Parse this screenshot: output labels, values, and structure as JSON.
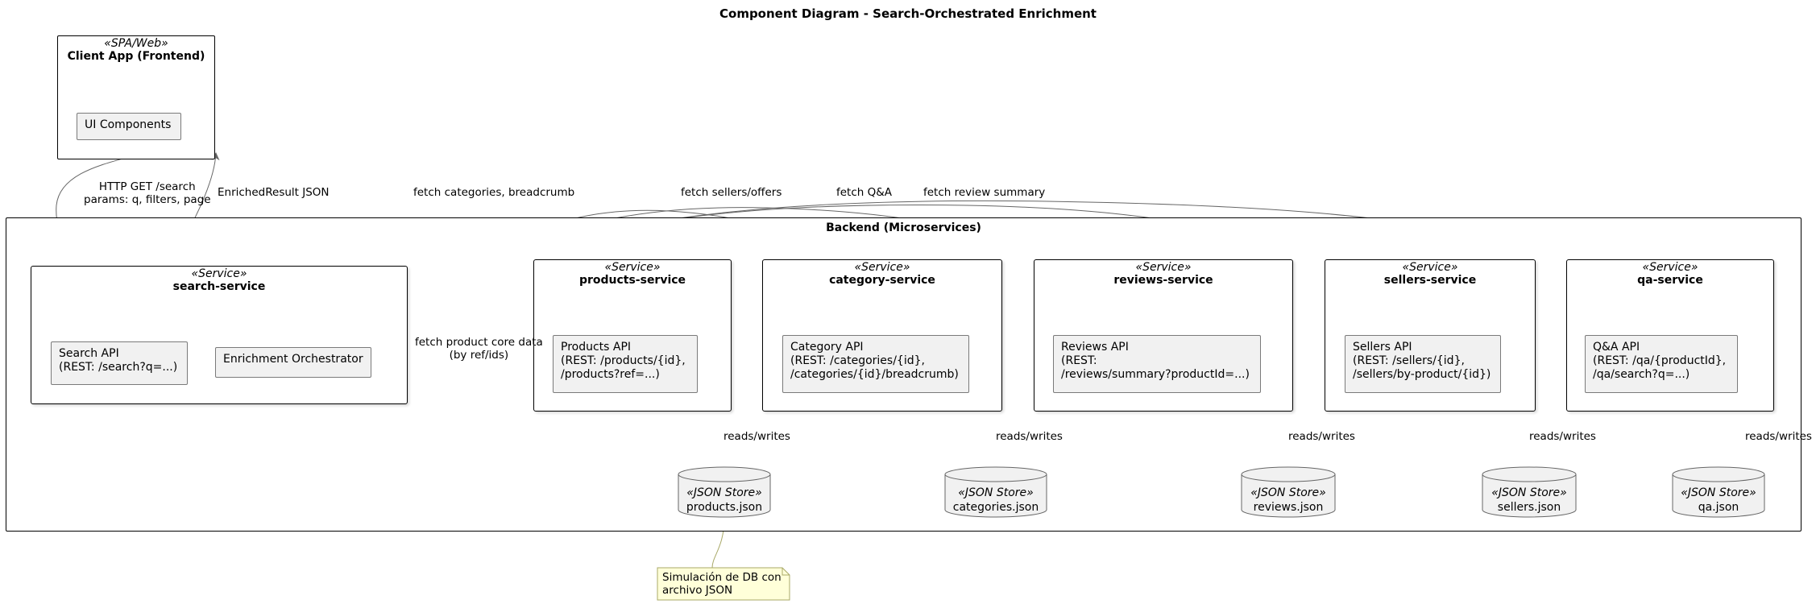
{
  "diagram": {
    "title": "Component Diagram - Search-Orchestrated Enrichment",
    "client": {
      "stereotype": "«SPA/Web»",
      "name": "Client App (Frontend)",
      "ui_components": "UI Components"
    },
    "backend": {
      "name": "Backend (Microservices)"
    },
    "services": {
      "search": {
        "stereotype": "«Service»",
        "name": "search-service",
        "api": "Search API\n(REST: /search?q=...)",
        "orchestrator": "Enrichment Orchestrator"
      },
      "products": {
        "stereotype": "«Service»",
        "name": "products-service",
        "api": "Products API\n(REST: /products/{id},\n/products?ref=...)"
      },
      "category": {
        "stereotype": "«Service»",
        "name": "category-service",
        "api": "Category API\n(REST: /categories/{id},\n/categories/{id}/breadcrumb)"
      },
      "reviews": {
        "stereotype": "«Service»",
        "name": "reviews-service",
        "api": "Reviews API\n(REST:\n/reviews/summary?productId=...)"
      },
      "sellers": {
        "stereotype": "«Service»",
        "name": "sellers-service",
        "api": "Sellers API\n(REST: /sellers/{id},\n/sellers/by-product/{id})"
      },
      "qa": {
        "stereotype": "«Service»",
        "name": "qa-service",
        "api": "Q&A API\n(REST: /qa/{productId},\n/qa/search?q=...)"
      }
    },
    "stores": {
      "stereotype": "«JSON Store»",
      "products": "products.json",
      "categories": "categories.json",
      "reviews": "reviews.json",
      "sellers": "sellers.json",
      "qa": "qa.json"
    },
    "edges": {
      "http_get": "HTTP GET /search\nparams: q, filters, page",
      "enriched_result": "EnrichedResult JSON",
      "fetch_categories": "fetch categories, breadcrumb",
      "fetch_sellers": "fetch sellers/offers",
      "fetch_qa": "fetch Q&A",
      "fetch_reviews": "fetch review summary",
      "fetch_product_core": "fetch product core data\n(by ref/ids)",
      "reads_writes": "reads/writes"
    },
    "note": "Simulación de DB con\narchivo JSON",
    "colors": {
      "component_fill": "#f1f1f1",
      "note_fill": "#ffffd9",
      "note_border": "#a8a867",
      "arrow": "#666666"
    }
  }
}
